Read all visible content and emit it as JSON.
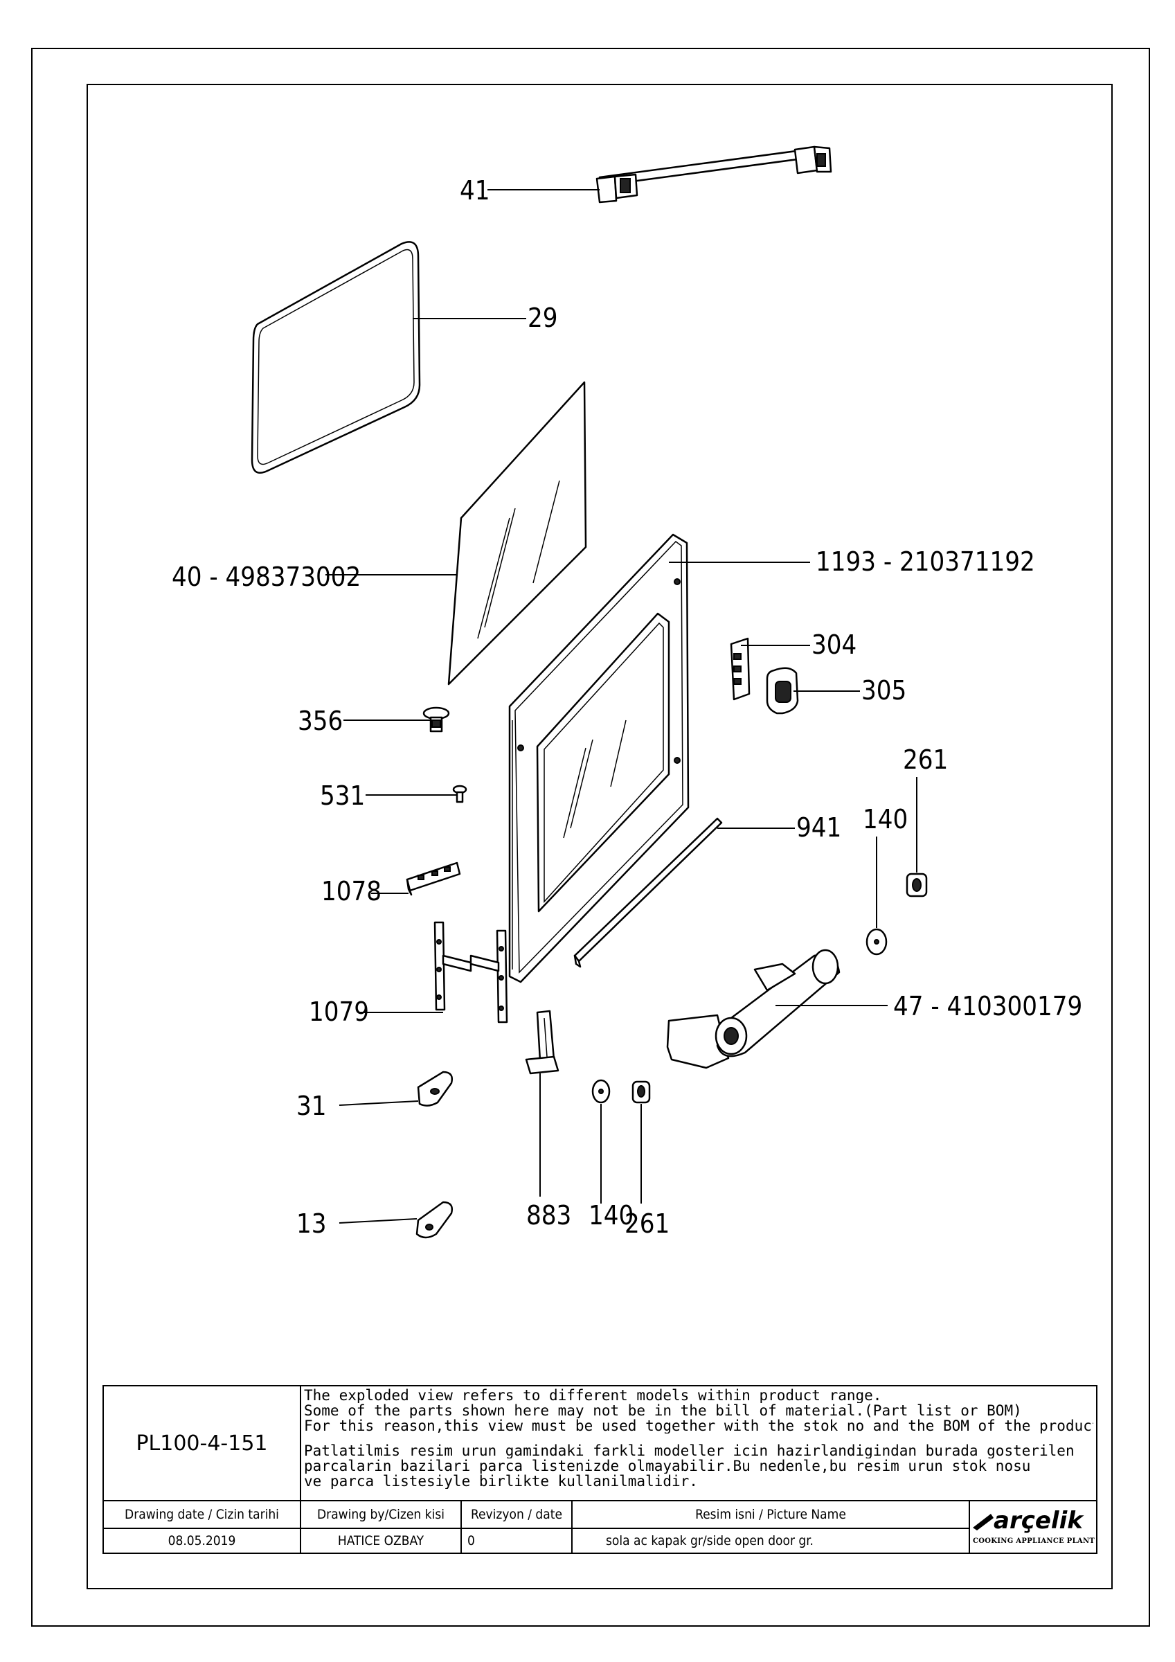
{
  "callouts": [
    {
      "id": "41",
      "text": "41"
    },
    {
      "id": "29",
      "text": "29"
    },
    {
      "id": "40",
      "text": "40 - 498373002"
    },
    {
      "id": "1193",
      "text": "1193 - 210371192"
    },
    {
      "id": "304",
      "text": "304"
    },
    {
      "id": "305",
      "text": "305"
    },
    {
      "id": "356",
      "text": "356"
    },
    {
      "id": "531",
      "text": "531"
    },
    {
      "id": "261a",
      "text": "261"
    },
    {
      "id": "140a",
      "text": "140"
    },
    {
      "id": "941",
      "text": "941"
    },
    {
      "id": "1078",
      "text": "1078"
    },
    {
      "id": "47",
      "text": "47 - 410300179"
    },
    {
      "id": "1079",
      "text": "1079"
    },
    {
      "id": "31",
      "text": "31"
    },
    {
      "id": "883",
      "text": "883"
    },
    {
      "id": "140b",
      "text": "140"
    },
    {
      "id": "261b",
      "text": "261"
    },
    {
      "id": "13",
      "text": "13"
    }
  ],
  "title_block": {
    "drawing_code": "PL100-4-151",
    "notes_en": [
      "The exploded view refers to different models within product range.",
      "Some of the parts shown here may not be in the bill of material.(Part list or BOM)",
      "For this reason,this view must be used together with the stok no and the BOM of the product"
    ],
    "notes_tr": [
      "Patlatilmis resim urun gamindaki farkli modeller icin hazirlandigindan burada gosterilen",
      "parcalarin bazilari parca listenizde olmayabilir.Bu nedenle,bu resim urun stok nosu",
      "ve parca listesiyle birlikte kullanilmalidir."
    ],
    "drawing_date_label": "Drawing date / Cizin tarihi",
    "drawing_date": "08.05.2019",
    "drawn_by_label": "Drawing by/Cizen kisi",
    "drawn_by": "HATICE OZBAY",
    "revision_label": "Revizyon / date",
    "revision": "0",
    "picture_name_label": "Resim isni / Picture Name",
    "picture_name": "sola ac kapak gr/side open door gr.",
    "logo": {
      "name": "arçelik",
      "subtitle": "COOKING APPLIANCE PLANT"
    }
  }
}
